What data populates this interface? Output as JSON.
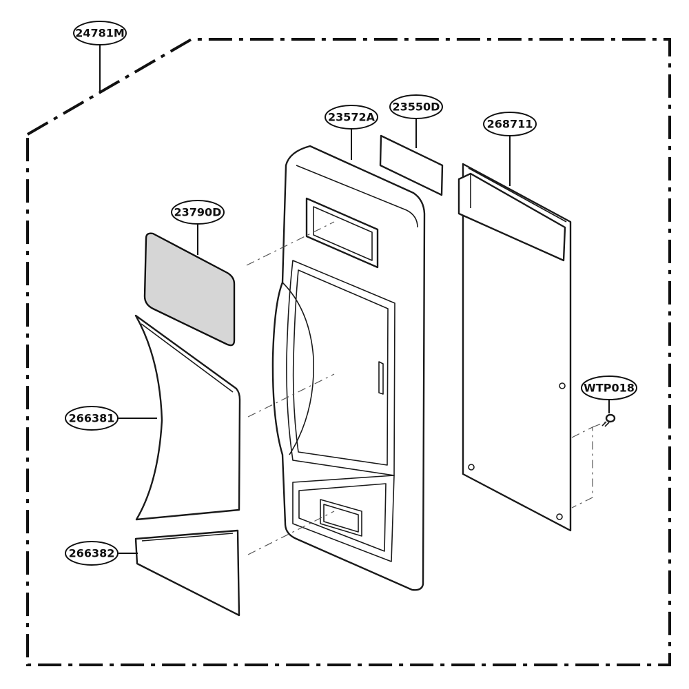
{
  "colors": {
    "line": "#111111",
    "window_fill": "#d6d6d6",
    "background": "#ffffff"
  },
  "callouts": {
    "assembly": "24781M",
    "door_frame": "23572A",
    "display_window": "23550D",
    "pcb": "268711",
    "viewing_window": "23790D",
    "upper_panel": "266381",
    "lower_panel": "266382",
    "screw": "WTP018"
  }
}
